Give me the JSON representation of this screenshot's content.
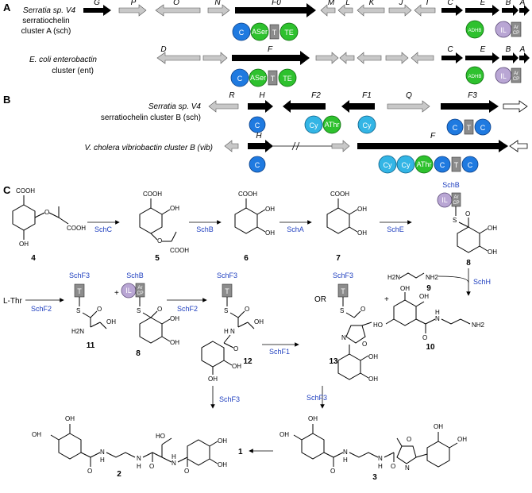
{
  "panels": {
    "a": "A",
    "b": "B",
    "c": "C"
  },
  "clusters": {
    "sch_a_line1": "Serratia sp. V4",
    "sch_a_line2": "serratiochelin",
    "sch_a_line3": "cluster A (sch)",
    "ent_line1": "E. coli enterobactin",
    "ent_line2": "cluster (ent)",
    "sch_b_line1": "Serratia sp. V4",
    "sch_b_line2": "serratiochelin cluster B (sch)",
    "vib_line1": "V. cholera vibriobactin cluster B (vib)"
  },
  "genes": {
    "row1": [
      "G",
      "P",
      "O",
      "N",
      "F0",
      "M",
      "L",
      "K",
      "J",
      "I",
      "C",
      "E",
      "B",
      "A"
    ],
    "row2": [
      "D",
      "F",
      "C",
      "E",
      "B",
      "A"
    ],
    "row3": [
      "R",
      "H",
      "F2",
      "F1",
      "Q",
      "F3"
    ],
    "row4": [
      "H",
      "F"
    ]
  },
  "domains": {
    "c": "C",
    "a_ser": "ASer",
    "t": "T",
    "te": "TE",
    "a_dhb": "ADHB",
    "il": "IL",
    "ar": "Ar",
    "cp": "CP",
    "cy": "Cy",
    "a_thr": "AThr"
  },
  "enzymes": {
    "schC": "SchC",
    "schB": "SchB",
    "schA": "SchA",
    "schE": "SchE",
    "schH": "SchH",
    "schF2": "SchF2",
    "schF3": "SchF3",
    "schF1": "SchF1"
  },
  "compounds": {
    "c1": "1",
    "c2": "2",
    "c3": "3",
    "c4": "4",
    "c5": "5",
    "c6": "6",
    "c7": "7",
    "c8": "8",
    "c9": "9",
    "c10": "10",
    "c11": "11",
    "c12": "12",
    "c13": "13"
  },
  "text": {
    "lthr": "L-Thr",
    "or": "OR",
    "plus": "+"
  },
  "atoms": {
    "cooh": "COOH",
    "oh": "OH",
    "o": "O",
    "s": "S",
    "n": "N",
    "h": "H",
    "h2n": "H2N",
    "nh2": "NH2",
    "ho": "HO"
  }
}
